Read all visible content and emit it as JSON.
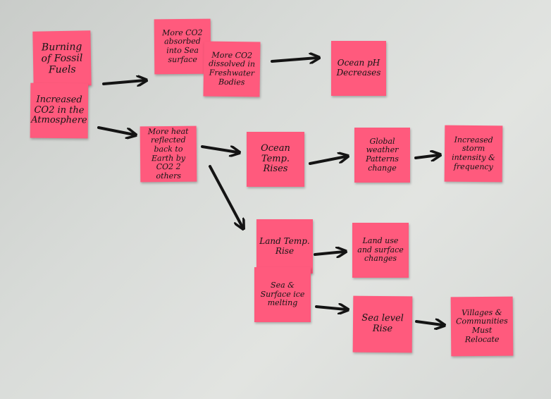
{
  "notes": {
    "burning": "Burning of Fossil Fuels",
    "increased": "Increased CO2 in the Atmosphere",
    "absorbed": "More CO2 absorbed into Sea surface",
    "dissolved": "More CO2 dissolved in Freshwater Bodies",
    "ph": "Ocean pH Decreases",
    "heat": "More heat reflected back to Earth by CO2 2 others",
    "ocean": "Ocean Temp. Rises",
    "global": "Global weather Patterns change",
    "storm": "Increased storm intensity & frequency",
    "land": "Land Temp. Rise",
    "landuse": "Land use and surface changes",
    "ice": "Sea & Surface ice melting",
    "sea": "Sea level Rise",
    "villages": "Villages & Communities Must Relocate"
  },
  "colors": {
    "note": "#ff5a7d",
    "ink": "#141414"
  }
}
